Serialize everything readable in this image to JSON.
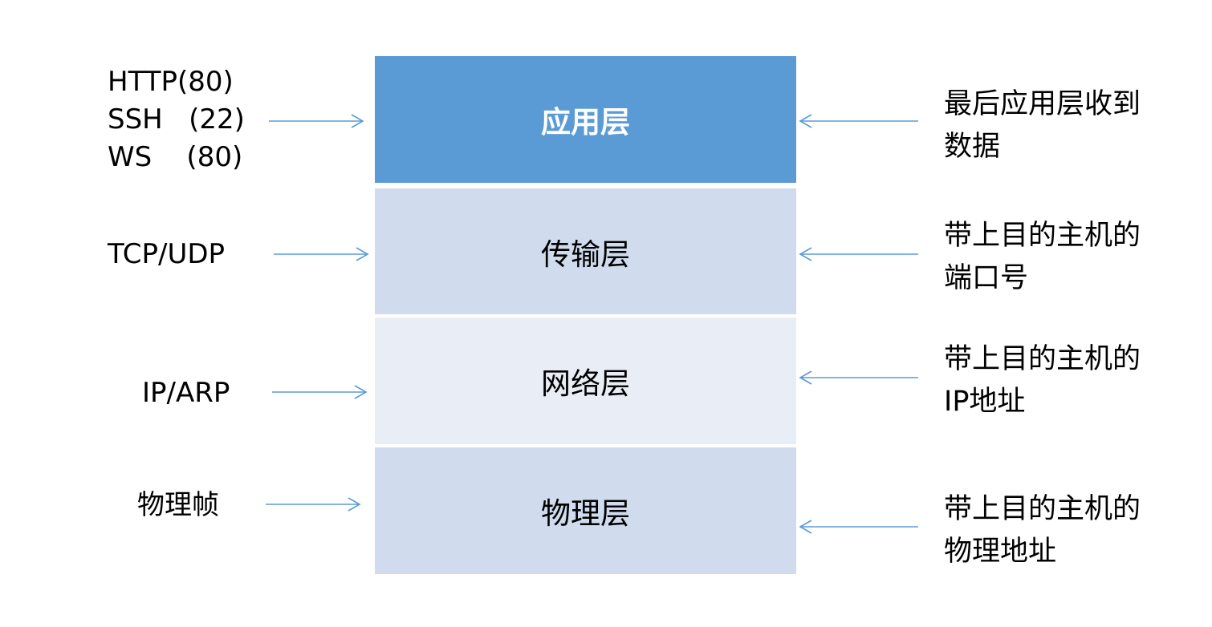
{
  "colors": {
    "application_fill": "#5b9bd5",
    "application_text": "#ffffff",
    "transport_fill": "#d0dcee",
    "network_fill": "#e8edf6",
    "physical_fill": "#d0dcee",
    "arrow": "#5b9bd5"
  },
  "layers": [
    {
      "label": "应用层"
    },
    {
      "label": "传输层"
    },
    {
      "label": "网络层"
    },
    {
      "label": "物理层"
    }
  ],
  "left_labels": [
    {
      "text": "HTTP(80)\nSSH   (22)\nWS    (80)"
    },
    {
      "text": "TCP/UDP"
    },
    {
      "text": "IP/ARP"
    },
    {
      "text": "物理帧"
    }
  ],
  "right_labels": [
    {
      "text": "最后应用层收到\n数据"
    },
    {
      "text": "带上目的主机的\n端口号"
    },
    {
      "text": "带上目的主机的\nIP地址"
    },
    {
      "text": "带上目的主机的\n物理地址"
    }
  ]
}
